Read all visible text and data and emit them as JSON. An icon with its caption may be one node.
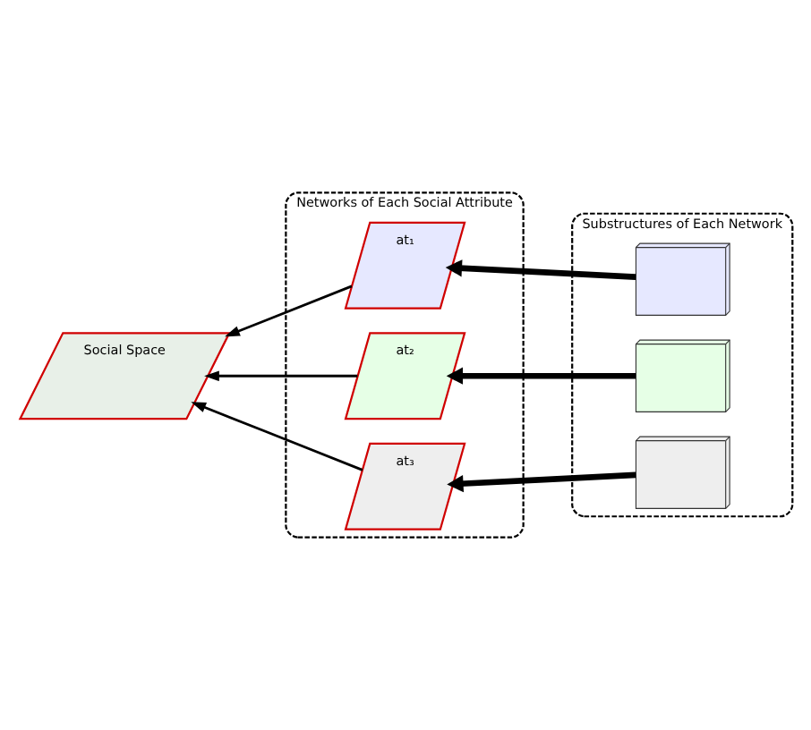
{
  "diagram": {
    "nodes": [
      {
        "text": [
          "Social Space"
        ]
      },
      {
        "text": [
          "Networks of Each Social Attribute"
        ]
      },
      {
        "text": [
          "at₁"
        ],
        "in": 1
      },
      {
        "text": [
          "at₂"
        ],
        "in": 1
      },
      {
        "text": [
          "at₃"
        ],
        "in": 1
      },
      {
        "text": [
          "Substructures of Each Network"
        ]
      },
      {
        "text": [],
        "shape": "picture",
        "in": 5
      },
      {
        "text": [],
        "shape": "picture",
        "in": 5
      },
      {
        "text": [],
        "shape": "picture",
        "in": 5
      }
    ],
    "edges": [
      {
        "from": 6,
        "to": 2,
        "arrow": "to",
        "style": "thick"
      },
      {
        "from": 7,
        "to": 3,
        "arrow": "to",
        "style": "thick"
      },
      {
        "from": 8,
        "to": 4,
        "arrow": "to",
        "style": "thick"
      },
      {
        "from": 2,
        "to": 0,
        "arrow": "to"
      },
      {
        "from": 3,
        "to": 0,
        "arrow": "to"
      },
      {
        "from": 4,
        "to": 0,
        "arrow": "to"
      }
    ]
  }
}
